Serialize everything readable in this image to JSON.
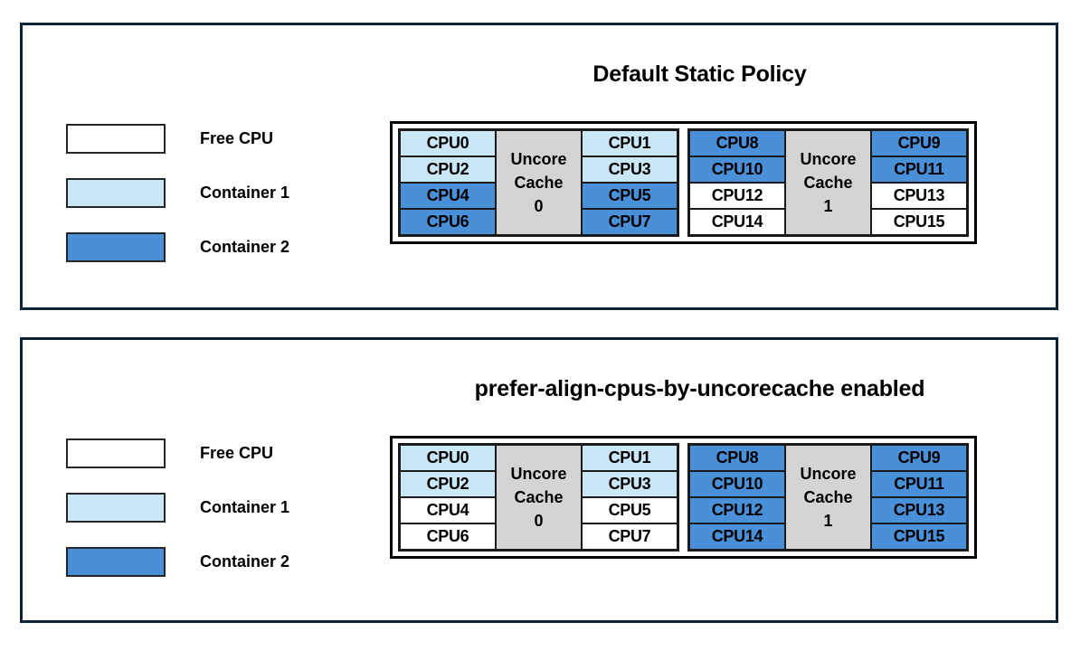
{
  "colors": {
    "free_cpu": "#ffffff",
    "container_1": "#c9e7f7",
    "container_2": "#4a90d9",
    "uncore_cache": "#d4d4d4",
    "panel_border": "#0d2435",
    "cell_border": "#1a1a1a"
  },
  "panels": [
    {
      "id": "default-static-policy",
      "title": "Default Static Policy",
      "legend": [
        {
          "label": "Free CPU",
          "fill": "free"
        },
        {
          "label": "Container 1",
          "fill": "c1"
        },
        {
          "label": "Container 2",
          "fill": "c2"
        }
      ],
      "groups": [
        {
          "cache_line1": "Uncore",
          "cache_line2": "Cache",
          "cache_index": "0",
          "left_column": [
            {
              "label": "CPU0",
              "fill": "c1"
            },
            {
              "label": "CPU2",
              "fill": "c1"
            },
            {
              "label": "CPU4",
              "fill": "c2"
            },
            {
              "label": "CPU6",
              "fill": "c2"
            }
          ],
          "right_column": [
            {
              "label": "CPU1",
              "fill": "c1"
            },
            {
              "label": "CPU3",
              "fill": "c1"
            },
            {
              "label": "CPU5",
              "fill": "c2"
            },
            {
              "label": "CPU7",
              "fill": "c2"
            }
          ]
        },
        {
          "cache_line1": "Uncore",
          "cache_line2": "Cache",
          "cache_index": "1",
          "left_column": [
            {
              "label": "CPU8",
              "fill": "c2"
            },
            {
              "label": "CPU10",
              "fill": "c2"
            },
            {
              "label": "CPU12",
              "fill": "free"
            },
            {
              "label": "CPU14",
              "fill": "free"
            }
          ],
          "right_column": [
            {
              "label": "CPU9",
              "fill": "c2"
            },
            {
              "label": "CPU11",
              "fill": "c2"
            },
            {
              "label": "CPU13",
              "fill": "free"
            },
            {
              "label": "CPU15",
              "fill": "free"
            }
          ]
        }
      ]
    },
    {
      "id": "prefer-align-cpus-by-uncorecache-enabled",
      "title": "prefer-align-cpus-by-uncorecache enabled",
      "legend": [
        {
          "label": "Free CPU",
          "fill": "free"
        },
        {
          "label": "Container 1",
          "fill": "c1"
        },
        {
          "label": "Container 2",
          "fill": "c2"
        }
      ],
      "groups": [
        {
          "cache_line1": "Uncore",
          "cache_line2": "Cache",
          "cache_index": "0",
          "left_column": [
            {
              "label": "CPU0",
              "fill": "c1"
            },
            {
              "label": "CPU2",
              "fill": "c1"
            },
            {
              "label": "CPU4",
              "fill": "free"
            },
            {
              "label": "CPU6",
              "fill": "free"
            }
          ],
          "right_column": [
            {
              "label": "CPU1",
              "fill": "c1"
            },
            {
              "label": "CPU3",
              "fill": "c1"
            },
            {
              "label": "CPU5",
              "fill": "free"
            },
            {
              "label": "CPU7",
              "fill": "free"
            }
          ]
        },
        {
          "cache_line1": "Uncore",
          "cache_line2": "Cache",
          "cache_index": "1",
          "left_column": [
            {
              "label": "CPU8",
              "fill": "c2"
            },
            {
              "label": "CPU10",
              "fill": "c2"
            },
            {
              "label": "CPU12",
              "fill": "c2"
            },
            {
              "label": "CPU14",
              "fill": "c2"
            }
          ],
          "right_column": [
            {
              "label": "CPU9",
              "fill": "c2"
            },
            {
              "label": "CPU11",
              "fill": "c2"
            },
            {
              "label": "CPU13",
              "fill": "c2"
            },
            {
              "label": "CPU15",
              "fill": "c2"
            }
          ]
        }
      ]
    }
  ]
}
